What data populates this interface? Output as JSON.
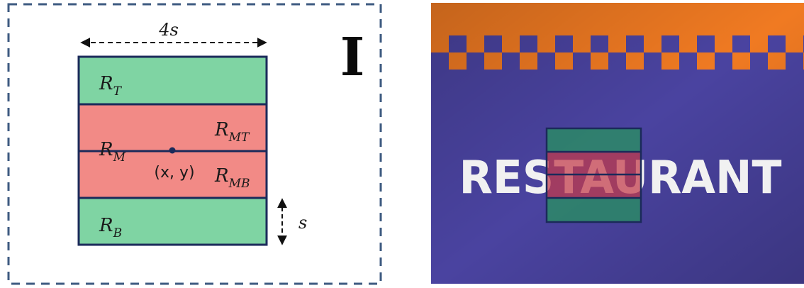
{
  "diagram": {
    "width_label": "4s",
    "height_label": "s",
    "glyph": "I",
    "regions": {
      "top": {
        "label": "R",
        "sub": "T"
      },
      "middle": {
        "label": "R",
        "sub": "M"
      },
      "middle_top": {
        "label": "R",
        "sub": "MT"
      },
      "middle_bottom": {
        "label": "R",
        "sub": "MB"
      },
      "bottom": {
        "label": "R",
        "sub": "B"
      }
    },
    "center_point": "(x, y)",
    "colors": {
      "green_region": "#7fd4a3",
      "red_region": "#f28a86",
      "outline": "#1b2a5a",
      "dashed_frame": "#3d5a80"
    }
  },
  "photo": {
    "sign_text": "RESTAURANT",
    "colors": {
      "background": "#4a43a0",
      "orange": "#f07a22",
      "overlay_green": "#2b8a66",
      "overlay_red": "#c43a4a"
    }
  }
}
